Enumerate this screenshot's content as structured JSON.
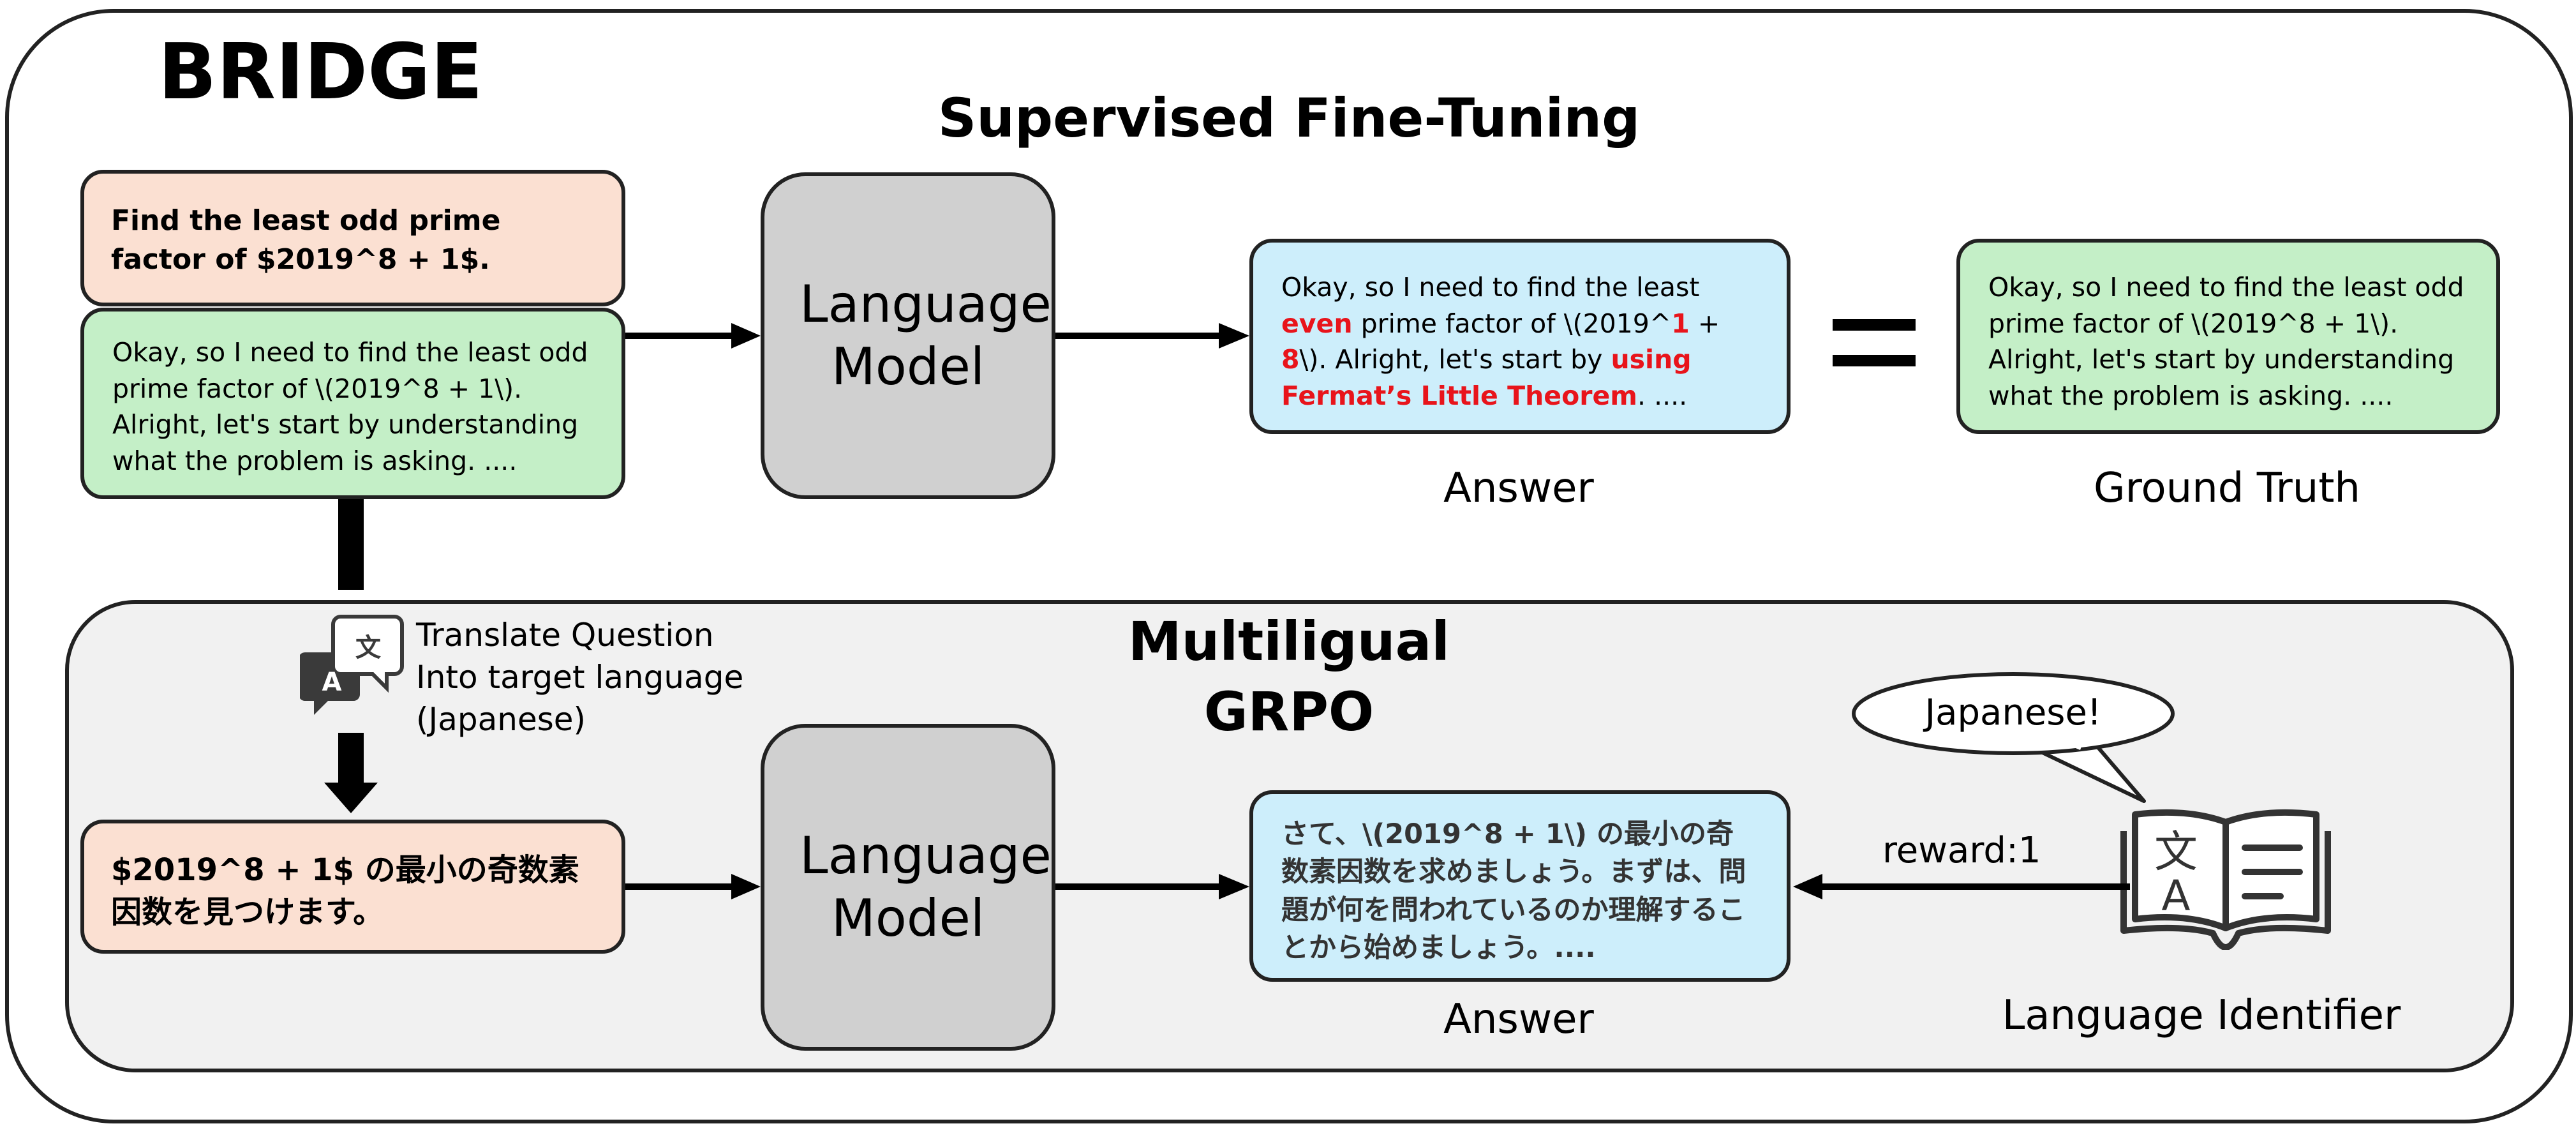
{
  "title": "BRIDGE",
  "sft": {
    "heading": "Supervised Fine-Tuning",
    "question": "Find the least odd prime factor of $2019^8 + 1$.",
    "reasoning": "Okay, so I need to find the least odd prime factor of \\(2019^8 + 1\\). Alright, let's start by understanding what the problem is asking. ....",
    "model_label": "Language Model",
    "answer_parts": {
      "p1": "Okay, so I need to find the least ",
      "r1": "even",
      "p2": " prime factor of \\(2019^",
      "r2": "1",
      "p3": " + ",
      "r3": "8",
      "p4": "\\). Alright, let's start by ",
      "r4": "using Fermat’s Little Theorem",
      "p5": ". ...."
    },
    "equals": "=",
    "ground_truth": "Okay, so I need to find the least odd prime factor of \\(2019^8 + 1\\). Alright, let's start by understanding what the problem is asking. ....",
    "answer_label": "Answer",
    "ground_truth_label": "Ground Truth"
  },
  "grpo": {
    "heading_line1": "Multiligual",
    "heading_line2": "GRPO",
    "translate_line1": "Translate Question",
    "translate_line2": "Into target language",
    "translate_line3": "(Japanese)",
    "translate_icon_a": "A",
    "translate_icon_b": "文",
    "question_jp": "$2019^8 + 1$ の最小の奇数素因数を見つけます。",
    "model_label": "Language Model",
    "answer_jp": "さて、\\(2019^8 + 1\\) の最小の奇数素因数を求めましょう。まずは、問題が何を問われているのか理解することから始めましょう。....",
    "answer_label": "Answer",
    "reward": "reward:1",
    "speech": "Japanese!",
    "identifier_label": "Language Identifier",
    "identifier_icon_a": "文",
    "identifier_icon_b": "A"
  }
}
